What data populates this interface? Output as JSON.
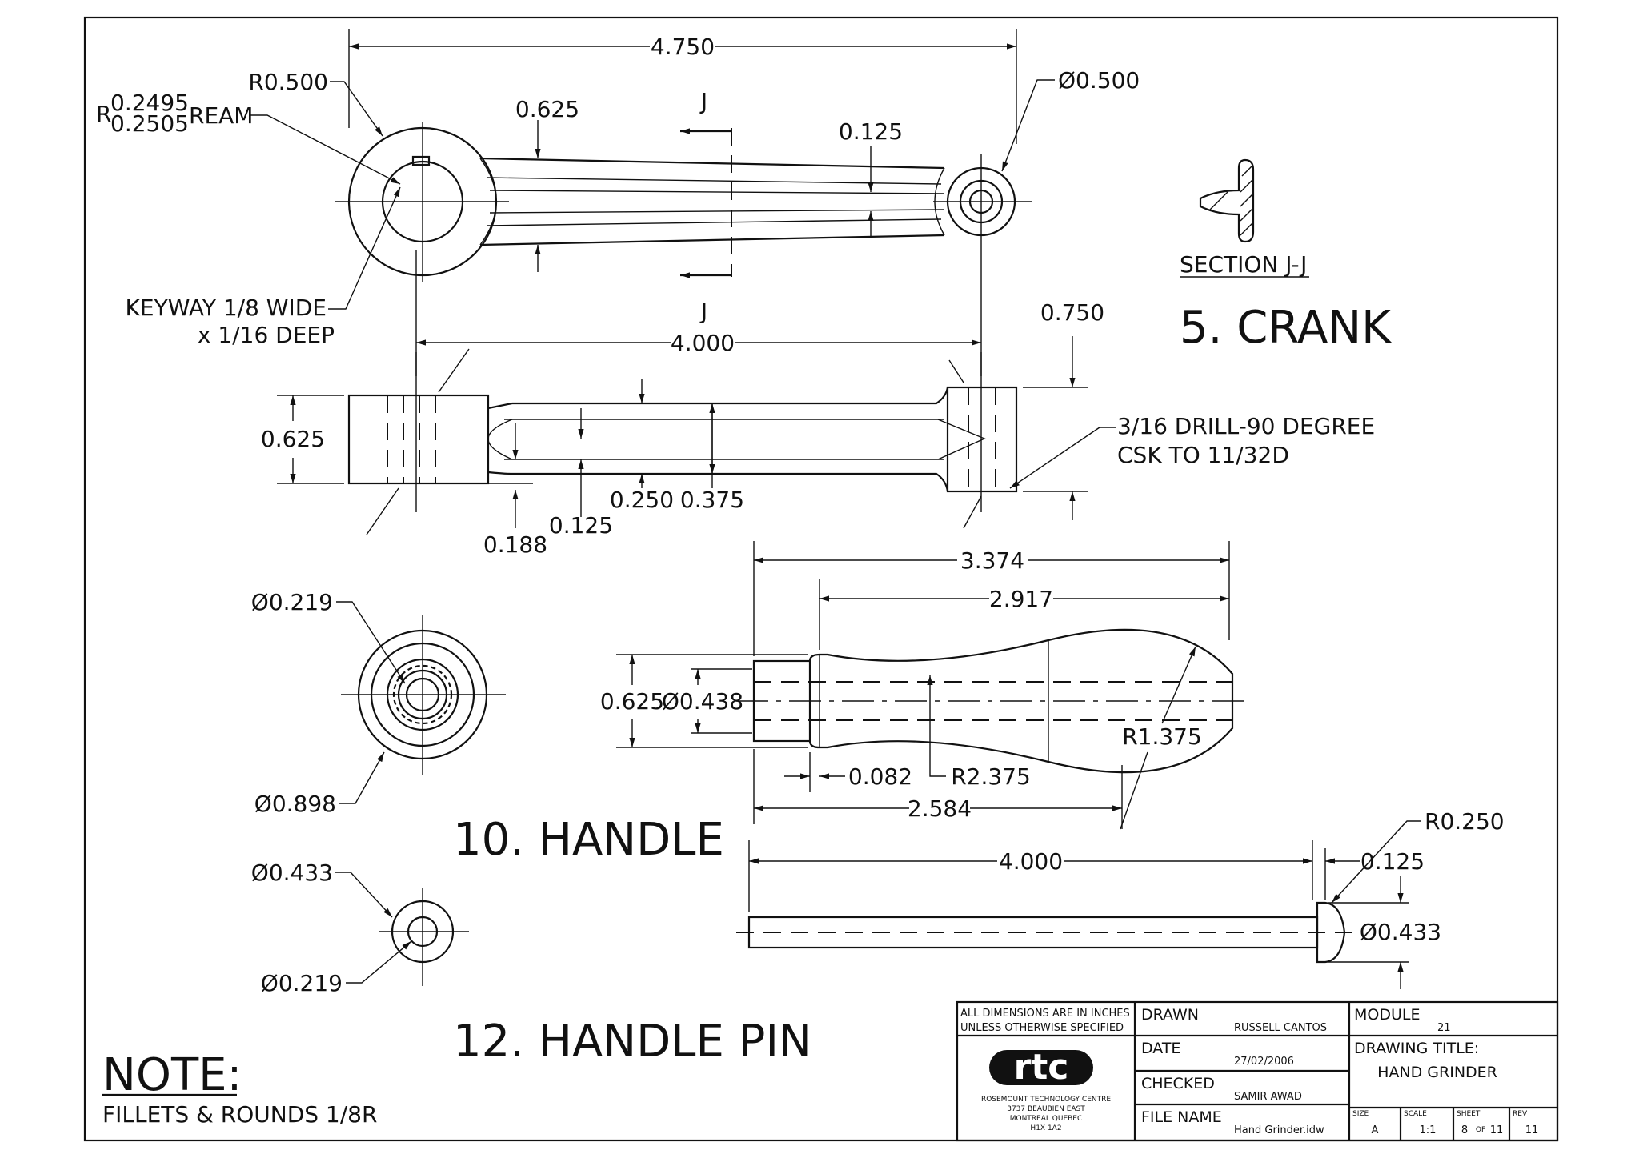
{
  "crank": {
    "title": "5. CRANK",
    "section_mark": "J",
    "section_label": "SECTION J-J",
    "dims": {
      "overall_length": "4.750",
      "r_boss": "R0.500",
      "ream_r": "R",
      "ream_upper": "0.2495",
      "ream_lower": "0.2505",
      "ream_word": "REAM",
      "arm_width": "0.625",
      "arm_thick": "0.125",
      "pin_dia": "Ø0.500",
      "keyway_1": "KEYWAY 1/8 WIDE",
      "keyway_2": "x 1/16 DEEP",
      "center_dist": "4.000",
      "boss_height": "0.750",
      "hub_height": "0.625",
      "drill_1": "3/16 DRILL-90 DEGREE",
      "drill_2": "CSK TO 11/32D",
      "d0250": "0.250",
      "d0375": "0.375",
      "d0125": "0.125",
      "d0188": "0.188"
    }
  },
  "handle": {
    "title": "10. HANDLE",
    "dims": {
      "bore": "Ø0.219",
      "outer": "Ø0.898",
      "overall": "3.374",
      "grip": "2.917",
      "shank_od": "0.625",
      "shank_dia": "Ø0.438",
      "r_large": "R1.375",
      "step": "0.082",
      "r_waist": "R2.375",
      "to_waist": "2.584"
    }
  },
  "pin": {
    "title": "12. HANDLE PIN",
    "dims": {
      "head_dia_end": "Ø0.433",
      "shaft_dia": "Ø0.219",
      "length": "4.000",
      "head_r": "R0.250",
      "head_len": "0.125",
      "head_dia": "Ø0.433"
    }
  },
  "note": {
    "heading": "NOTE:",
    "text": "FILLETS & ROUNDS 1/8R"
  },
  "title_block": {
    "units_1": "ALL DIMENSIONS ARE IN INCHES",
    "units_2": "UNLESS OTHERWISE SPECIFIED",
    "logo": "rtc",
    "org_1": "ROSEMOUNT TECHNOLOGY CENTRE",
    "org_2": "3737 BEAUBIEN EAST",
    "org_3": "MONTREAL QUEBEC",
    "org_4": "H1X 1A2",
    "drawn_label": "DRAWN",
    "drawn_value": "RUSSELL CANTOS",
    "date_label": "DATE",
    "date_value": "27/02/2006",
    "checked_label": "CHECKED",
    "checked_value": "SAMIR AWAD",
    "file_label": "FILE NAME",
    "file_value": "Hand Grinder.idw",
    "module_label": "MODULE",
    "module_value": "21",
    "title_label": "DRAWING TITLE:",
    "title_value": "HAND GRINDER",
    "size_label": "SIZE",
    "size_value": "A",
    "scale_label": "SCALE",
    "scale_value": "1:1",
    "sheet_label": "SHEET",
    "sheet_value": "8",
    "sheet_of": "OF",
    "sheet_total": "11",
    "rev_label": "REV",
    "rev_value": "11"
  }
}
